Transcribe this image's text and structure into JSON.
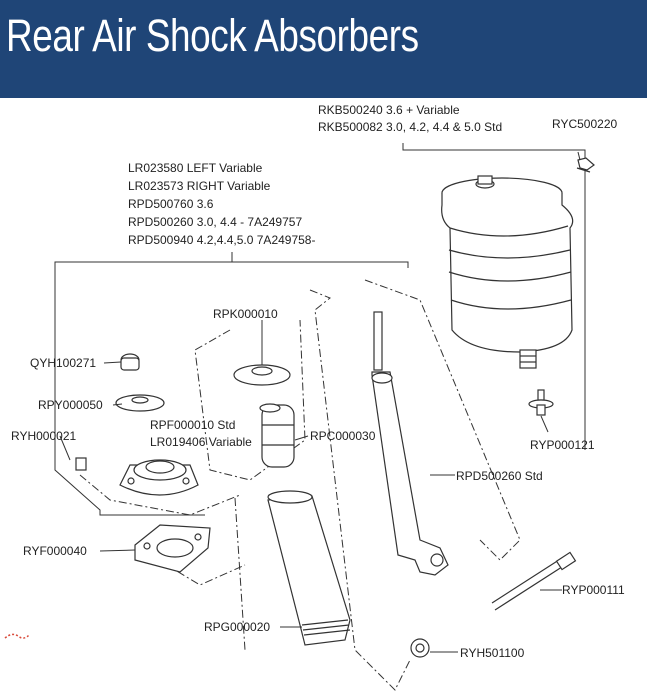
{
  "header": {
    "title": "Rear Air Shock Absorbers"
  },
  "colors": {
    "header_bg": "#1f4577",
    "title_text": "#ffffff",
    "line": "#333333"
  },
  "air_spring": {
    "lines": [
      "RKB500240 3.6 + Variable",
      "RKB500082 3.0, 4.2, 4.4 & 5.0 Std"
    ],
    "valve": "RYC500220",
    "fitting": "RYP000121"
  },
  "damper_assembly": {
    "lines": [
      "LR023580 LEFT Variable",
      "LR023573 RIGHT Variable",
      "RPD500760 3.6",
      "RPD500260 3.0, 4.4 - 7A249757",
      "RPD500940 4.2,4.4,5.0 7A249758-"
    ]
  },
  "parts": {
    "qyh": "QYH100271",
    "rpy": "RPY000050",
    "rpk": "RPK000010",
    "rpf_std": "RPF000010 Std",
    "lr_var": "LR019406 Variable",
    "rpc": "RPC000030",
    "ryh_left": "RYH000021",
    "rpd_std": "RPD500260 Std",
    "ryf": "RYF000040",
    "rpg": "RPG000020",
    "ryp_bolt": "RYP000111",
    "ryh_bush": "RYH501100"
  }
}
